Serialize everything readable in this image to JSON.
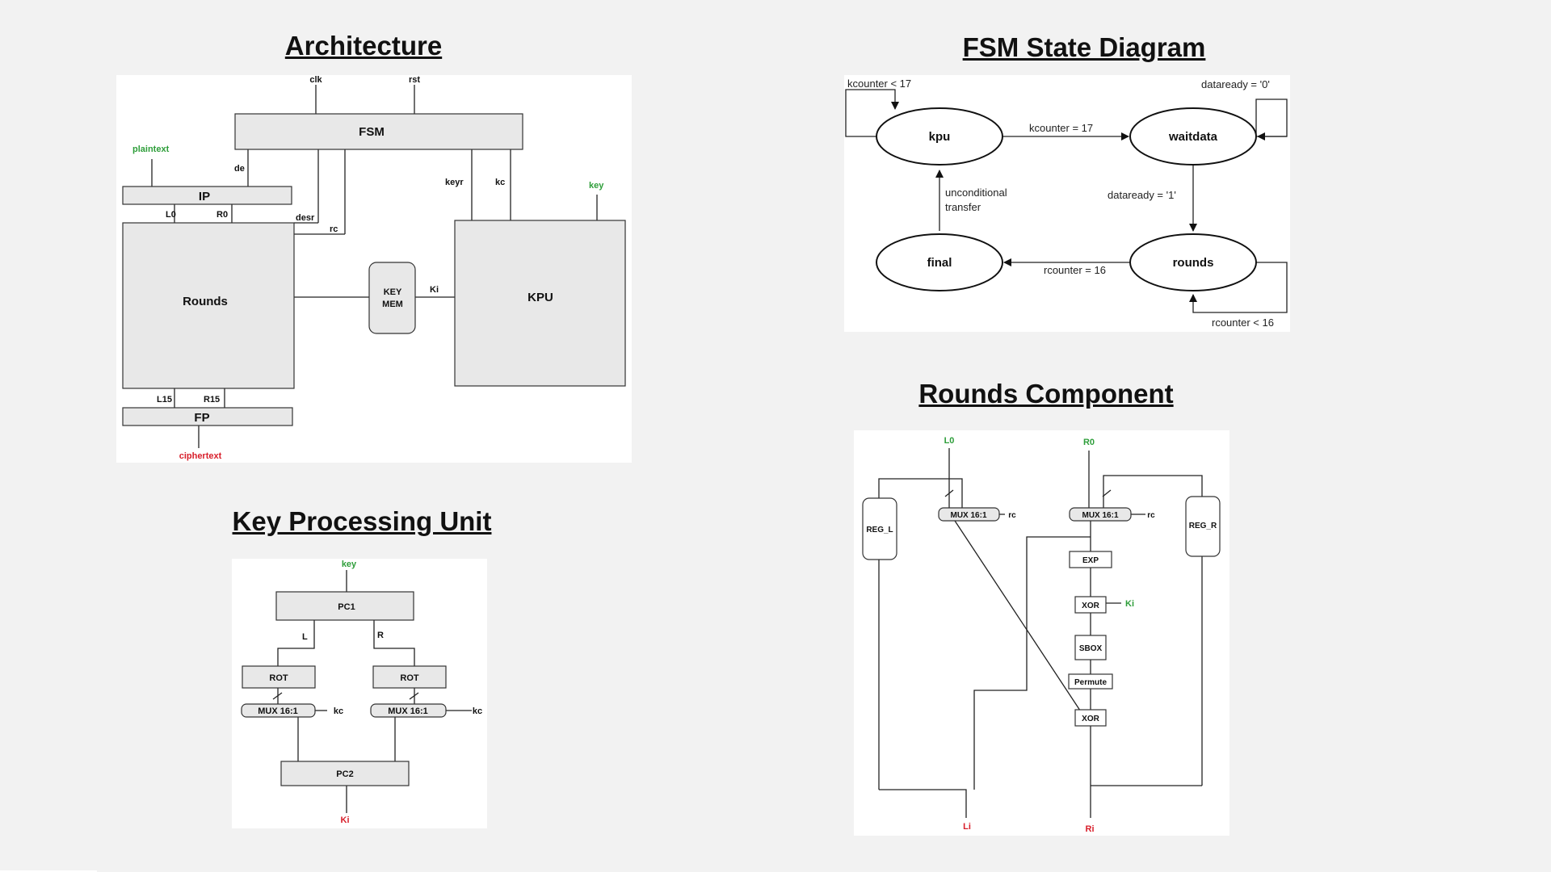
{
  "titles": {
    "architecture": "Architecture",
    "fsm": "FSM State Diagram",
    "kpu": "Key Processing Unit",
    "rounds": "Rounds Component"
  },
  "architecture": {
    "fsm": "FSM",
    "clk": "clk",
    "rst": "rst",
    "plaintext": "plaintext",
    "de": "de",
    "ip": "IP",
    "l0": "L0",
    "r0": "R0",
    "desr": "desr",
    "rc": "rc",
    "keyr": "keyr",
    "kc": "kc",
    "key": "key",
    "rounds": "Rounds",
    "keymem1": "KEY",
    "keymem2": "MEM",
    "ki": "Ki",
    "kpu": "KPU",
    "l15": "L15",
    "r15": "R15",
    "fp": "FP",
    "ciphertext": "ciphertext"
  },
  "fsm": {
    "states": {
      "kpu": "kpu",
      "waitdata": "waitdata",
      "final": "final",
      "rounds": "rounds"
    },
    "transitions": {
      "kpu_self": "kcounter < 17",
      "kpu_to_waitdata": "kcounter = 17",
      "waitdata_self": "dataready = '0'",
      "waitdata_to_rounds": "dataready = '1'",
      "final_to_kpu_1": "unconditional",
      "final_to_kpu_2": "transfer",
      "rounds_to_final": "rcounter = 16",
      "rounds_self": "rcounter < 16"
    }
  },
  "kpu_unit": {
    "key": "key",
    "pc1": "PC1",
    "l": "L",
    "r": "R",
    "rot_left": "ROT",
    "rot_right": "ROT",
    "mux_left": "MUX 16:1",
    "mux_right": "MUX 16:1",
    "kc_left": "kc",
    "kc_right": "kc",
    "pc2": "PC2",
    "ki": "Ki"
  },
  "rounds_component": {
    "l0": "L0",
    "r0": "R0",
    "reg_l": "REG_L",
    "reg_r": "REG_R",
    "mux_left": "MUX 16:1",
    "mux_right": "MUX 16:1",
    "rc_left": "rc",
    "rc_right": "rc",
    "exp": "EXP",
    "xor1": "XOR",
    "ki": "Ki",
    "sbox": "SBOX",
    "permute": "Permute",
    "xor2": "XOR",
    "li": "Li",
    "ri": "Ri"
  }
}
